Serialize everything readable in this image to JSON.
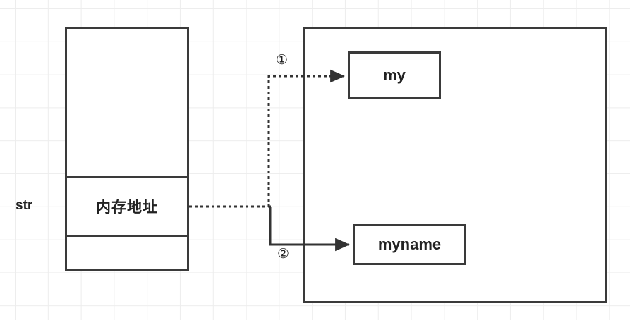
{
  "diagram": {
    "title": "Python string variable memory reference diagram",
    "background": {
      "grid": "on",
      "grid_color": "#ededed",
      "page_color": "#ffffff"
    },
    "colors": {
      "stroke": "#3a3a3a",
      "text": "#222222",
      "connector": "#333333"
    },
    "variable": {
      "name_label": "str"
    },
    "memory_table": {
      "cells": [
        {
          "id": "top",
          "label": ""
        },
        {
          "id": "middle",
          "label": "内存地址"
        },
        {
          "id": "bottom",
          "label": ""
        }
      ]
    },
    "heap": {
      "label": "",
      "objects": [
        {
          "id": "my",
          "label": "my"
        },
        {
          "id": "myname",
          "label": "myname"
        }
      ]
    },
    "connectors": [
      {
        "id": "conn-1",
        "step_label": "①",
        "style": "dotted",
        "from": "memory-address-cell",
        "to": "my",
        "arrowhead": "solid-triangle"
      },
      {
        "id": "conn-2",
        "step_label": "②",
        "style": "solid",
        "from": "memory-address-cell",
        "to": "myname",
        "arrowhead": "solid-triangle"
      }
    ]
  }
}
